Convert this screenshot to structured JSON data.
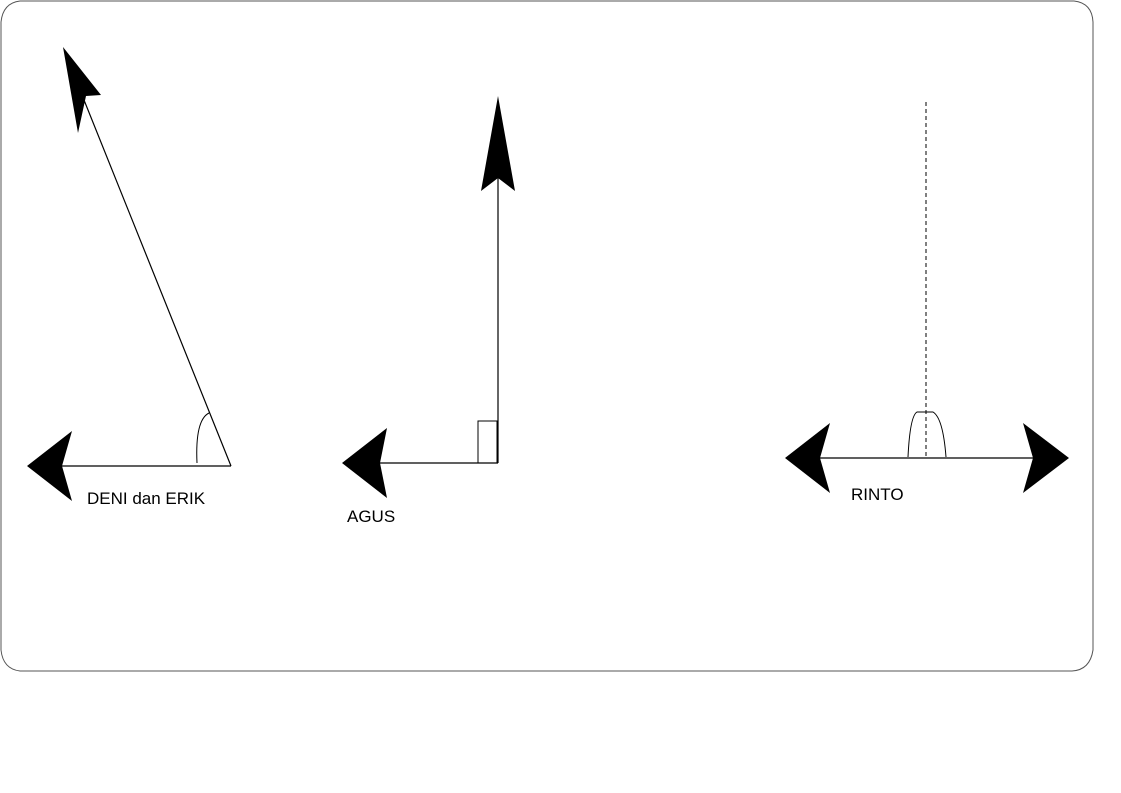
{
  "labels": {
    "deni_erik": "DENI dan ERIK",
    "agus": "AGUS",
    "rinto": "RINTO"
  },
  "colors": {
    "stroke": "#000000",
    "background": "#ffffff"
  }
}
